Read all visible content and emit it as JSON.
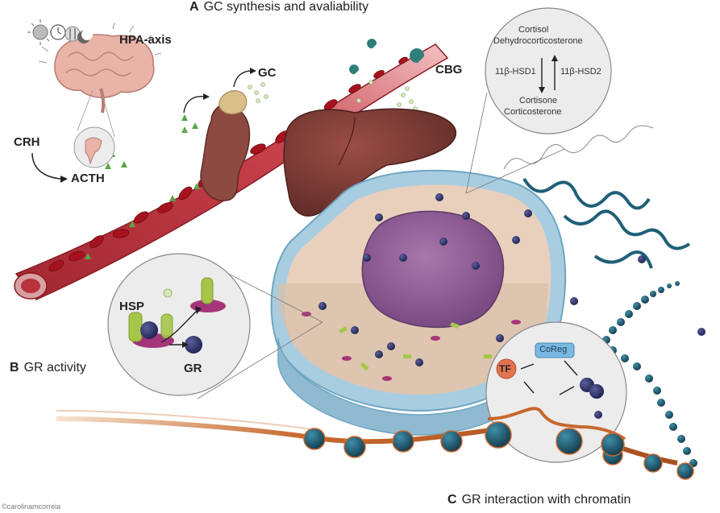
{
  "panels": {
    "a": {
      "letter": "A",
      "title": "GC synthesis and avaliability"
    },
    "b": {
      "letter": "B",
      "title": "GR activity"
    },
    "c": {
      "letter": "C",
      "title": "GR interaction with chromatin"
    }
  },
  "labels": {
    "hpa_axis": "HPA-axis",
    "crh": "CRH",
    "acth": "ACTH",
    "gc": "GC",
    "cbg": "CBG",
    "hsp": "HSP",
    "gr": "GR",
    "tf": "TF",
    "coreg": "CoReg"
  },
  "enzyme_box": {
    "top_line1": "Cortisol",
    "top_line2": "Dehydrocorticosterone",
    "left_enzyme": "11β-HSD1",
    "right_enzyme": "11β-HSD2",
    "bottom_line1": "Cortisone",
    "bottom_line2": "Corticosterone"
  },
  "copyright": "©carolinamcorreia",
  "colors": {
    "blood_vessel": "#b8333b",
    "red_cell": "#a8121e",
    "liver": "#7a3a34",
    "cell_membrane": "#a9cde0",
    "cytoplasm": "#e9d0bc",
    "nucleus": "#8e5c94",
    "gr_ball": "#2a2f5e",
    "hsp_cyl": "#a6c64a",
    "hsp_disc": "#a5357a",
    "chromatin": "#1f5f77",
    "dna": "#c7682d",
    "gc_dot": "#d6e8b8",
    "acth_triangle": "#5aa54a",
    "cbg": "#2f7f7a",
    "tf": "#e07350",
    "coreg": "#7ab8e2"
  },
  "icons": [
    "sun-icon",
    "clock-icon",
    "fork-knife-icon",
    "moon-icon",
    "brain-icon",
    "pituitary-icon",
    "adrenal-icon",
    "liver-icon"
  ]
}
